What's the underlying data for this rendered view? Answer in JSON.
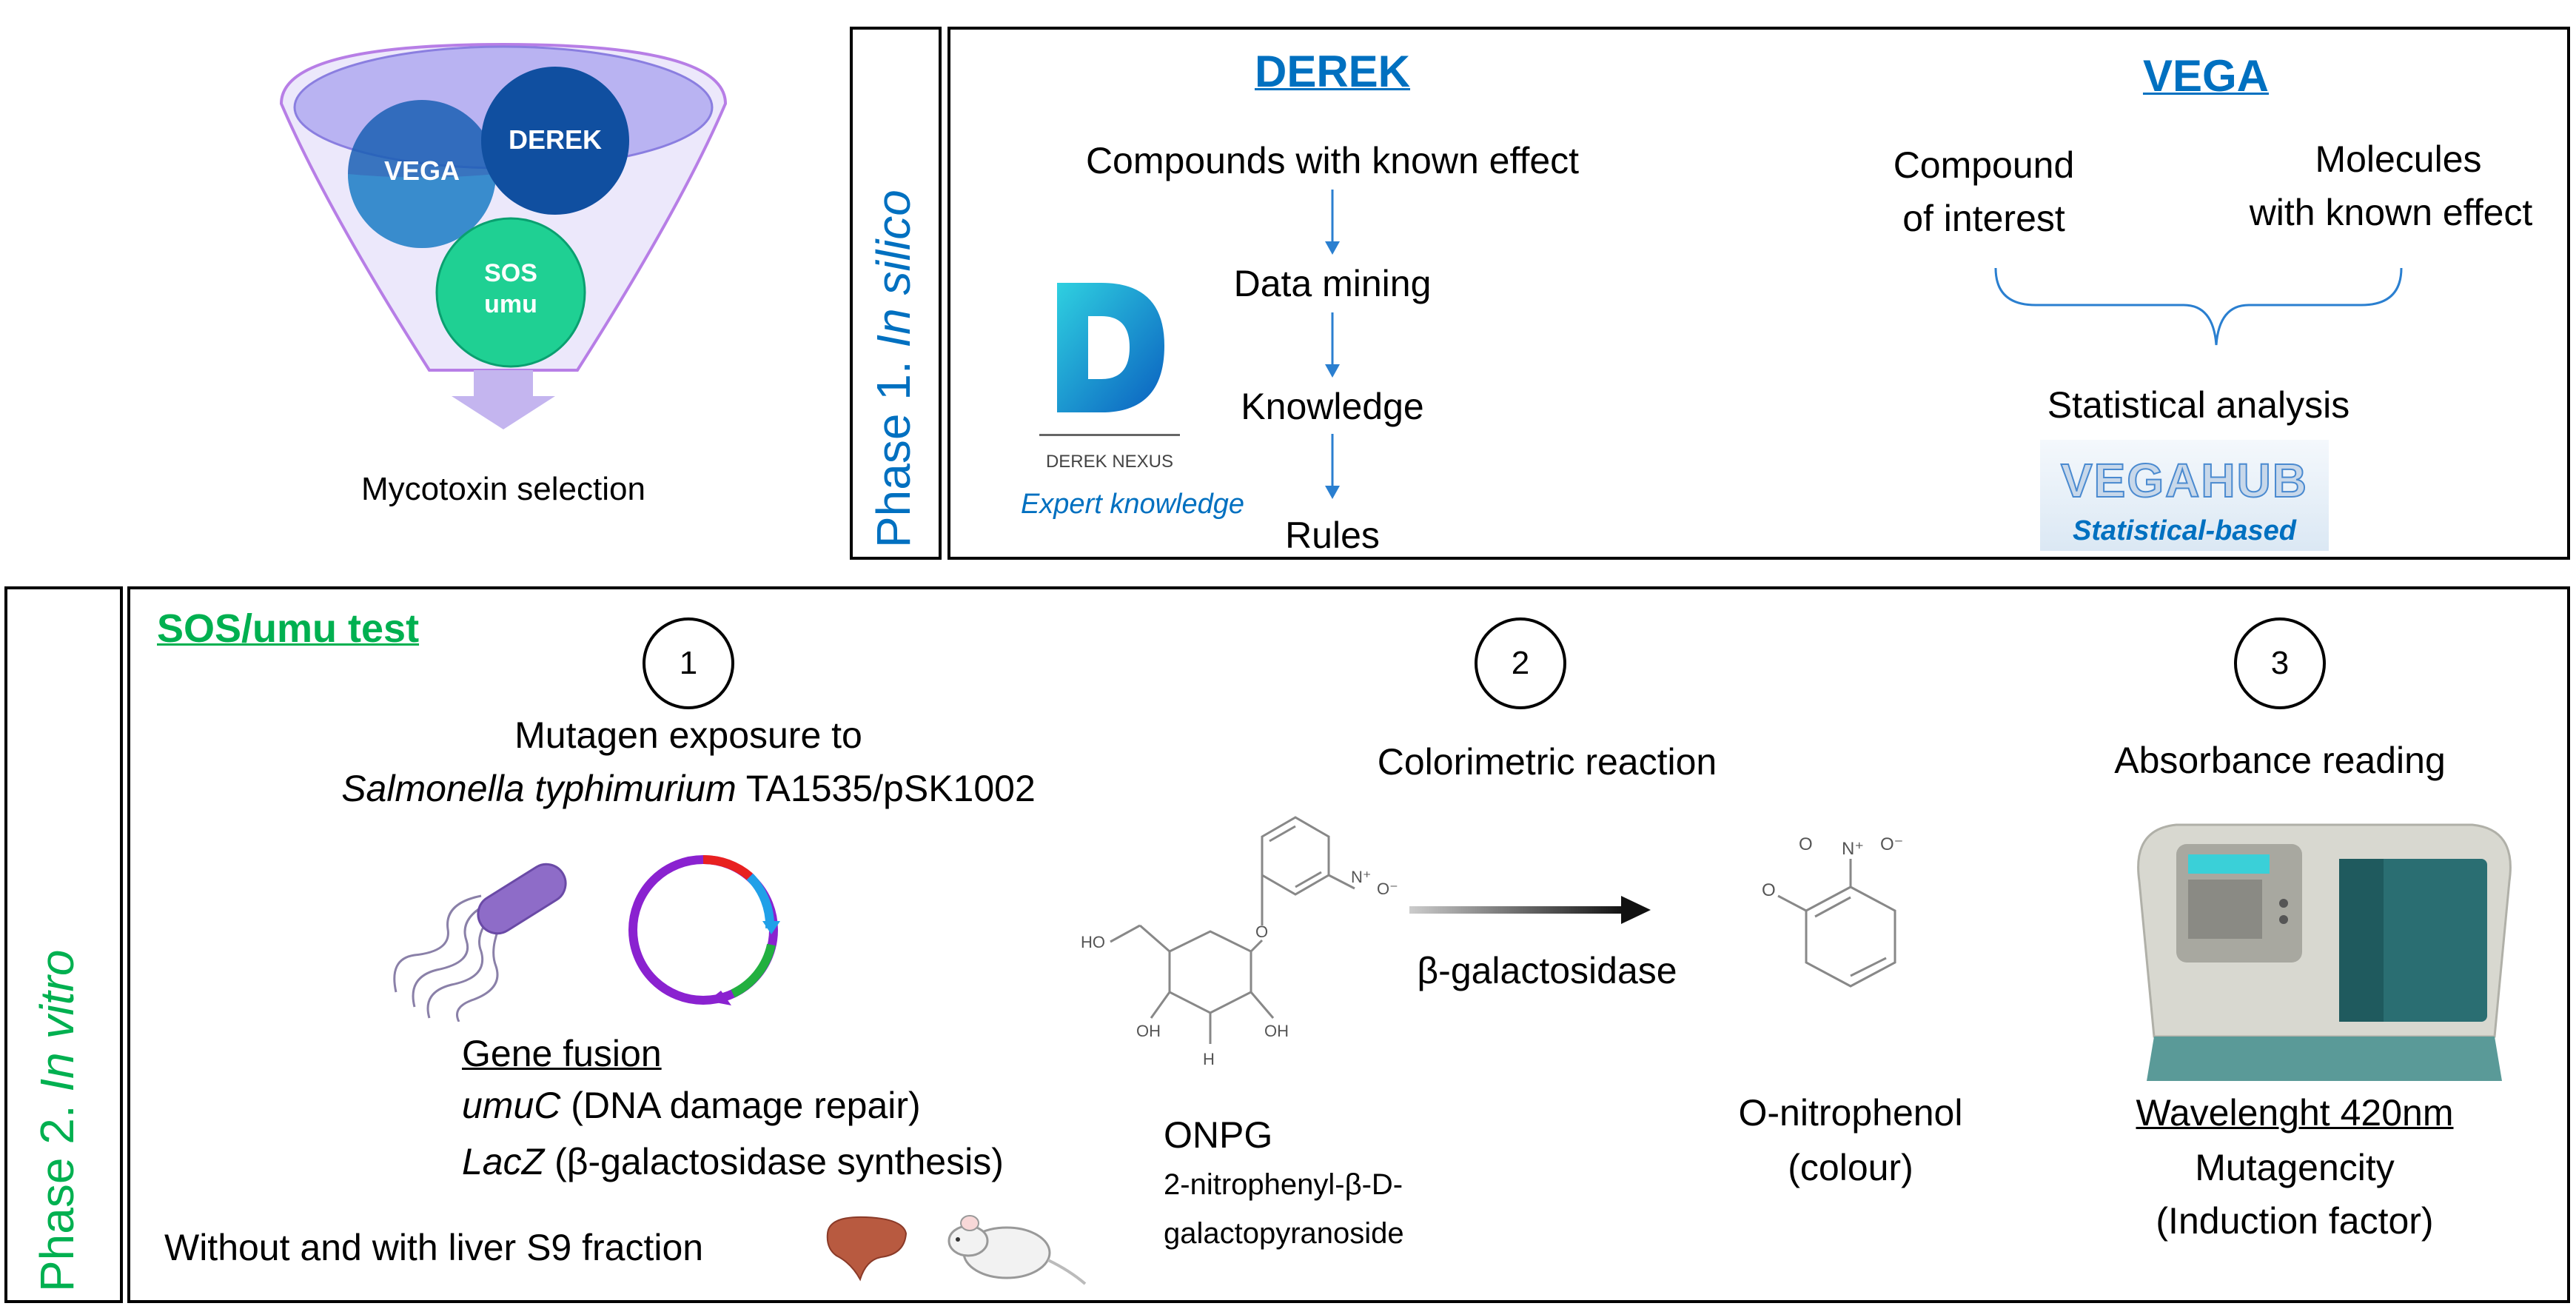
{
  "funnel": {
    "vega": "VEGA",
    "derek": "DEREK",
    "sos_line1": "SOS",
    "sos_line2": "umu",
    "caption": "Mycotoxin selection",
    "colors": {
      "funnel_fill": "#ece8fb",
      "funnel_stroke": "#b77ee6",
      "ellipse_fill": "#b9b3f2",
      "vega": "#1a5fb4",
      "derek": "#104fa0",
      "sos": "#1fd093",
      "arrow": "#c4b5ef"
    }
  },
  "phase1": {
    "label_prefix": "Phase 1.",
    "label_italic": "In silico",
    "derek": {
      "title": "DEREK",
      "steps": [
        "Compounds with known effect",
        "Data mining",
        "Knowledge",
        "Rules"
      ],
      "logo_text": "DEREK NEXUS",
      "caption": "Expert knowledge"
    },
    "vega": {
      "title": "VEGA",
      "left_line1": "Compound",
      "left_line2": "of interest",
      "right_line1": "Molecules",
      "right_line2": "with known effect",
      "analysis": "Statistical analysis",
      "logo_text": "VEGAHUB",
      "caption": "Statistical-based"
    }
  },
  "phase2": {
    "label_prefix": "Phase 2.",
    "label_italic": "In vitro",
    "title": "SOS/umu test",
    "step1": {
      "number": "1",
      "line1": "Mutagen exposure to",
      "organism": "Salmonella typhimurium",
      "strain": " TA1535/pSK1002",
      "gene_fusion": "Gene fusion",
      "umuc_gene": "umuC",
      "umuc_desc": " (DNA damage repair)",
      "lacz_gene": "LacZ",
      "lacz_desc": " (β-galactosidase synthesis)",
      "s9": "Without and with liver S9 fraction"
    },
    "step2": {
      "number": "2",
      "title": "Colorimetric reaction",
      "enzyme": "β-galactosidase",
      "onpg": "ONPG",
      "onpg_full1": "2-nitrophenyl-β-D-",
      "onpg_full2": "galactopyranoside",
      "product_line1": "O-nitrophenol",
      "product_line2": "(colour)",
      "atoms": {
        "o_plus": "O⁻",
        "n_plus": "N⁺",
        "o": "O",
        "ho": "HO",
        "h": "H",
        "oh1": "OH",
        "oh2": "OH"
      }
    },
    "step3": {
      "number": "3",
      "title": "Absorbance reading",
      "wavelength": "Wavelenght 420nm",
      "line2": "Mutagencity",
      "line3": "(Induction factor)"
    }
  }
}
